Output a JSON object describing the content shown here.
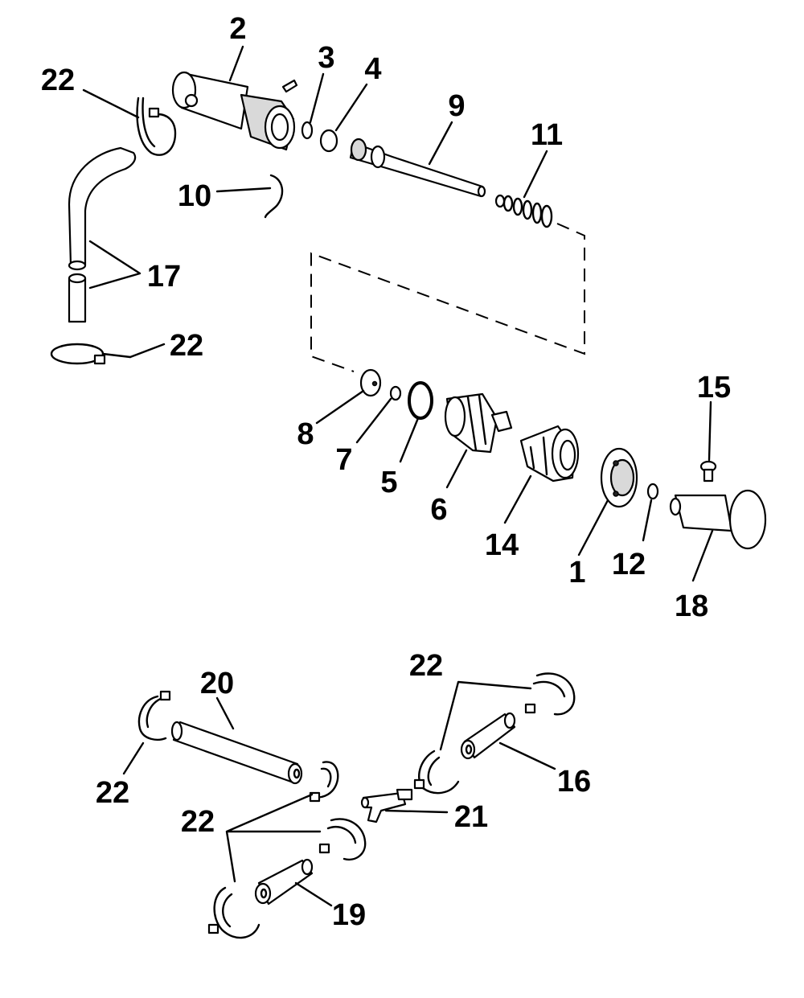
{
  "diagram": {
    "callouts": {
      "c1": "1",
      "c2": "2",
      "c3": "3",
      "c4": "4",
      "c5": "5",
      "c6": "6",
      "c7": "7",
      "c8": "8",
      "c9": "9",
      "c10": "10",
      "c11": "11",
      "c12": "12",
      "c14": "14",
      "c15": "15",
      "c16": "16",
      "c17": "17",
      "c18": "18",
      "c19": "19",
      "c20": "20",
      "c21": "21",
      "c22a": "22",
      "c22b": "22",
      "c22c": "22",
      "c22d": "22",
      "c22e": "22"
    }
  }
}
